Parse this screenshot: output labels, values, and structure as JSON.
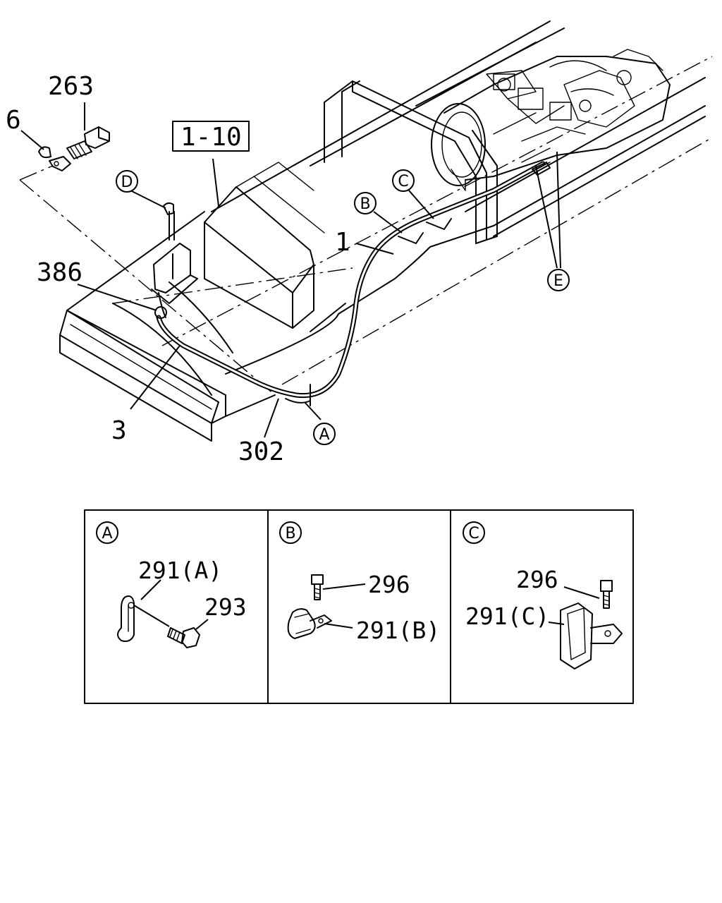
{
  "reference_box": "1-10",
  "callouts": {
    "p263": "263",
    "p6": "6",
    "p386": "386",
    "p1": "1",
    "p3": "3",
    "p302": "302"
  },
  "circle_refs": {
    "A": "A",
    "B": "B",
    "C": "C",
    "D": "D",
    "E": "E"
  },
  "detail_panels": [
    {
      "ref": "A",
      "labels": [
        "291(A)",
        "293"
      ]
    },
    {
      "ref": "B",
      "labels": [
        "296",
        "291(B)"
      ]
    },
    {
      "ref": "C",
      "labels": [
        "296",
        "291(C)"
      ]
    }
  ]
}
